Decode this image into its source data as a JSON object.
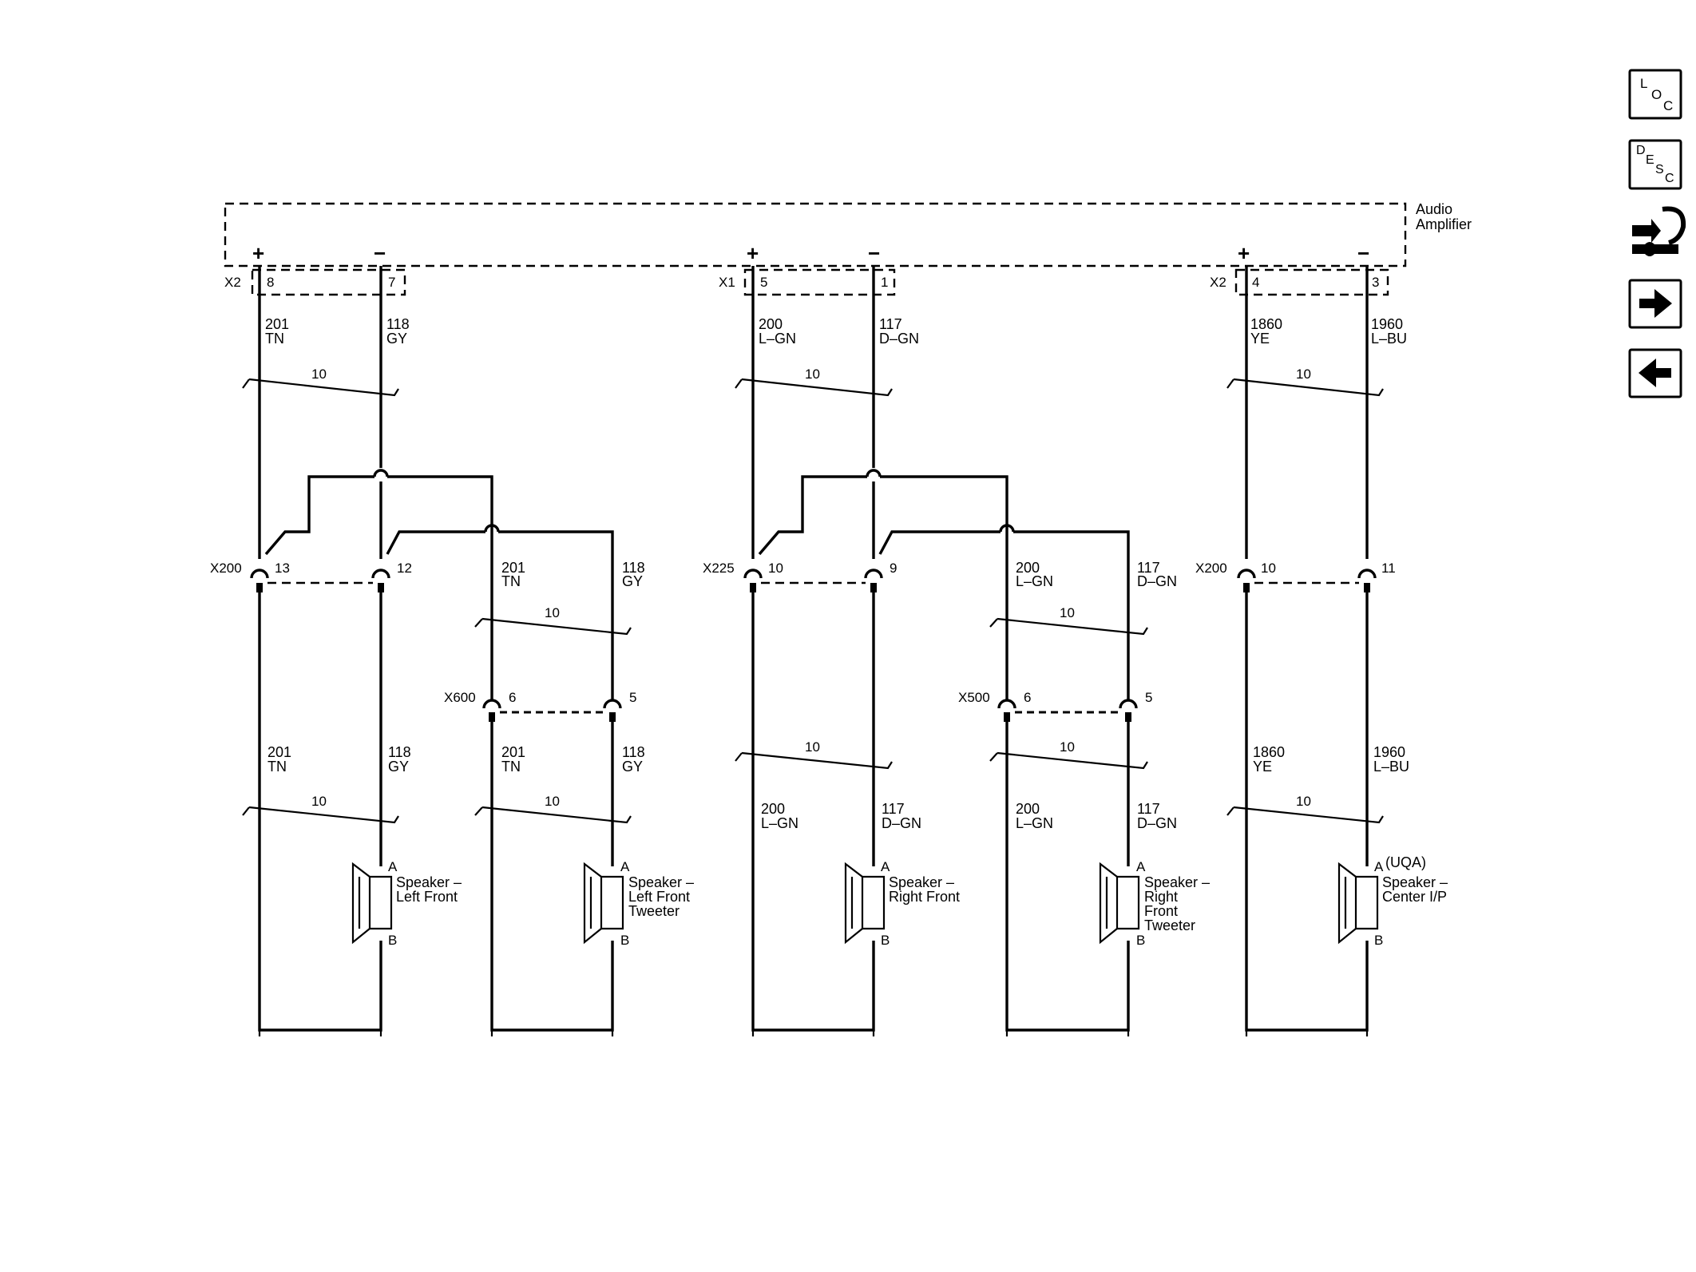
{
  "module": {
    "name_line1": "Audio",
    "name_line2": "Amplifier"
  },
  "nav": {
    "loc": {
      "letters": [
        "L",
        "O",
        "C"
      ]
    },
    "desc": {
      "letters": [
        "D",
        "E",
        "S",
        "C"
      ]
    },
    "icons": [
      "schematic-connector-icon",
      "next-arrow-icon",
      "back-arrow-icon"
    ]
  },
  "module_connectors": [
    {
      "id": "X2",
      "pins": [
        "8",
        "7"
      ],
      "signs": [
        "+",
        "−"
      ]
    },
    {
      "id": "X1",
      "pins": [
        "5",
        "1"
      ],
      "signs": [
        "+",
        "−"
      ]
    },
    {
      "id": "X2",
      "pins": [
        "4",
        "3"
      ],
      "signs": [
        "+",
        "−"
      ]
    }
  ],
  "wires_top": [
    {
      "circuit": "201",
      "color": "TN"
    },
    {
      "circuit": "118",
      "color": "GY"
    },
    {
      "circuit": "200",
      "color": "L–GN"
    },
    {
      "circuit": "117",
      "color": "D–GN"
    },
    {
      "circuit": "1860",
      "color": "YE"
    },
    {
      "circuit": "1960",
      "color": "L–BU"
    }
  ],
  "gauge": "10",
  "inline_connectors": [
    {
      "id": "X200",
      "pins": [
        "13",
        "12"
      ]
    },
    {
      "id": "X225",
      "pins": [
        "10",
        "9"
      ]
    },
    {
      "id": "X200",
      "pins": [
        "10",
        "11"
      ]
    },
    {
      "id": "X600",
      "pins": [
        "6",
        "5"
      ]
    },
    {
      "id": "X500",
      "pins": [
        "6",
        "5"
      ]
    }
  ],
  "tweeter_feeds": [
    {
      "circuit": "201",
      "color": "TN"
    },
    {
      "circuit": "118",
      "color": "GY"
    },
    {
      "circuit": "200",
      "color": "L–GN"
    },
    {
      "circuit": "117",
      "color": "D–GN"
    }
  ],
  "speakers": [
    {
      "lines": [
        "Speaker –",
        "Left Front"
      ],
      "pin_a": "A",
      "pin_b": "B",
      "option": ""
    },
    {
      "lines": [
        "Speaker –",
        "Left Front",
        "Tweeter"
      ],
      "pin_a": "A",
      "pin_b": "B",
      "option": ""
    },
    {
      "lines": [
        "Speaker –",
        "Right Front"
      ],
      "pin_a": "A",
      "pin_b": "B",
      "option": ""
    },
    {
      "lines": [
        "Speaker –",
        "Right",
        "Front",
        "Tweeter"
      ],
      "pin_a": "A",
      "pin_b": "B",
      "option": ""
    },
    {
      "lines": [
        "Speaker –",
        "Center I/P"
      ],
      "pin_a": "A",
      "pin_b": "B",
      "option": "(UQA)"
    }
  ],
  "lower_wires": [
    {
      "circuit": "201",
      "color": "TN"
    },
    {
      "circuit": "118",
      "color": "GY"
    },
    {
      "circuit": "201",
      "color": "TN"
    },
    {
      "circuit": "118",
      "color": "GY"
    },
    {
      "circuit": "200",
      "color": "L–GN"
    },
    {
      "circuit": "117",
      "color": "D–GN"
    },
    {
      "circuit": "200",
      "color": "L–GN"
    },
    {
      "circuit": "117",
      "color": "D–GN"
    },
    {
      "circuit": "1860",
      "color": "YE"
    },
    {
      "circuit": "1960",
      "color": "L–BU"
    }
  ]
}
